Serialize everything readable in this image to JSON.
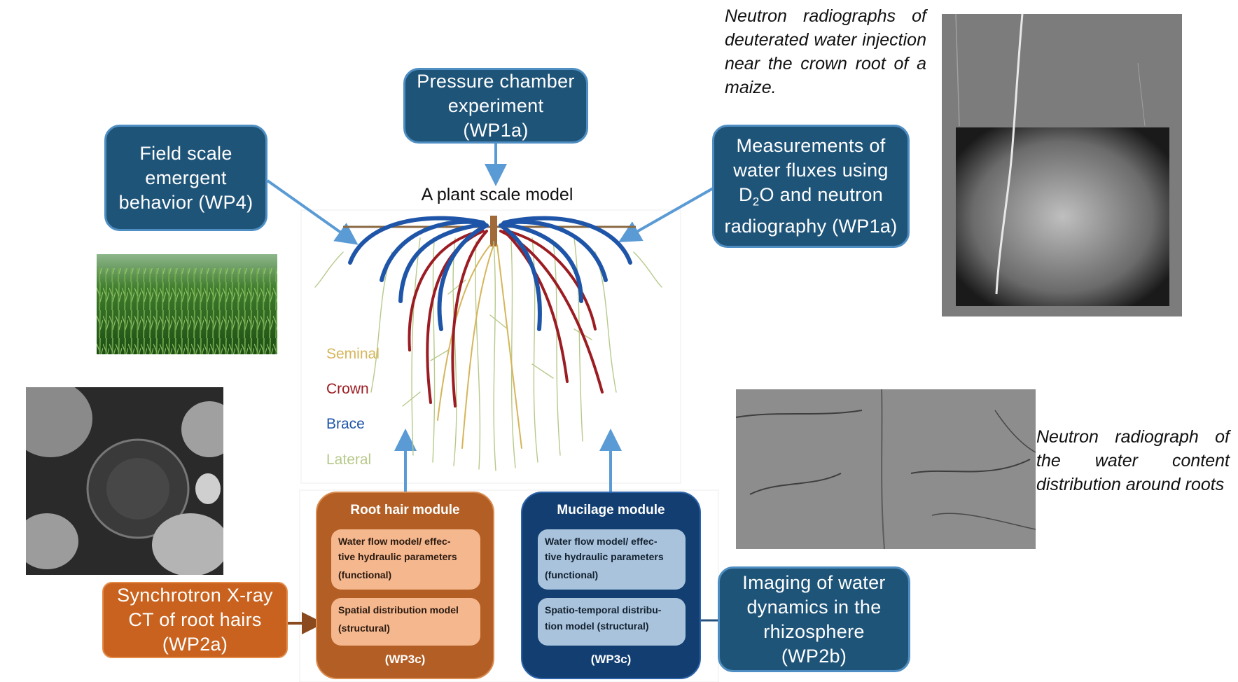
{
  "diagram": {
    "center_title": "A plant scale model",
    "legend": [
      {
        "label": "Seminal",
        "color": "#d6b55a"
      },
      {
        "label": "Crown",
        "color": "#9b1c22"
      },
      {
        "label": "Brace",
        "color": "#1f55a8"
      },
      {
        "label": "Lateral",
        "color": "#b7c98b"
      }
    ],
    "boxes": {
      "pressure": [
        "Pressure chamber",
        "experiment",
        "(WP1a)"
      ],
      "field": [
        "Field scale",
        "emergent",
        "behavior (WP4)"
      ],
      "measure_line1": "Measurements of",
      "measure_line2": "water fluxes using",
      "measure_d": "D",
      "measure_sub": "2",
      "measure_rest": "O and neutron",
      "measure_line4": "radiography (WP1a)",
      "synchro": [
        "Synchrotron X-ray",
        "CT of root hairs",
        "(WP2a)"
      ],
      "imaging": [
        "Imaging of water",
        "dynamics in the",
        "rhizosphere",
        "(WP2b)"
      ]
    },
    "modules": {
      "root_hair": {
        "title": "Root hair module",
        "sub1": [
          "Water flow model/ effec-",
          "tive hydraulic parameters",
          "(functional)"
        ],
        "sub2": [
          "Spatial distribution model",
          "(structural)"
        ],
        "footer": "(WP3c)"
      },
      "mucilage": {
        "title": "Mucilage module",
        "sub1": [
          "Water flow model/ effec-",
          "tive hydraulic parameters",
          "(functional)"
        ],
        "sub2": [
          "Spatio-temporal distribu-",
          "tion model (structural)"
        ],
        "footer": "(WP3c)"
      }
    },
    "captions": {
      "top_right": "Neutron radiographs of deuterated water injection near the crown root of a maize.",
      "mid_right": "Neutron radiograph of the water content distribution around roots"
    },
    "colors": {
      "box_blue": "#1f5479",
      "box_border": "#4f8ec2",
      "orange": "#c8621e",
      "module_orange": "#b35e24",
      "module_blue": "#123e72",
      "arrow_blue": "#5b9bd5"
    }
  }
}
